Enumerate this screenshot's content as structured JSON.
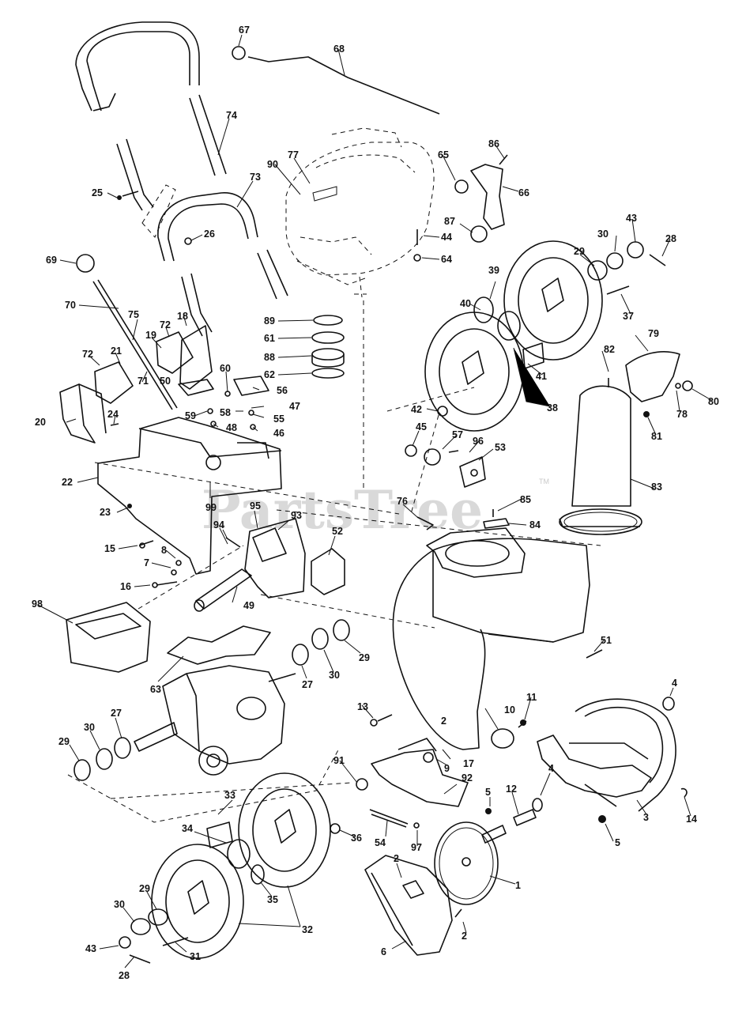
{
  "watermark": {
    "text": "PartsTree",
    "tm": "TM"
  },
  "callouts": [
    "1",
    "2",
    "2",
    "2",
    "3",
    "4",
    "4",
    "5",
    "5",
    "6",
    "7",
    "8",
    "9",
    "10",
    "11",
    "12",
    "13",
    "14",
    "15",
    "16",
    "17",
    "18",
    "19",
    "20",
    "21",
    "22",
    "23",
    "24",
    "25",
    "26",
    "27",
    "27",
    "28",
    "28",
    "29",
    "29",
    "29",
    "29",
    "30",
    "30",
    "30",
    "30",
    "31",
    "32",
    "33",
    "34",
    "35",
    "36",
    "37",
    "38",
    "39",
    "40",
    "41",
    "42",
    "43",
    "43",
    "44",
    "45",
    "46",
    "47",
    "48",
    "49",
    "50",
    "51",
    "52",
    "53",
    "54",
    "55",
    "56",
    "57",
    "58",
    "59",
    "60",
    "61",
    "62",
    "63",
    "64",
    "65",
    "66",
    "67",
    "68",
    "69",
    "70",
    "71",
    "72",
    "72",
    "73",
    "74",
    "75",
    "76",
    "77",
    "78",
    "79",
    "80",
    "81",
    "82",
    "83",
    "84",
    "85",
    "86",
    "87",
    "88",
    "89",
    "90",
    "91",
    "92",
    "93",
    "94",
    "95",
    "96",
    "97",
    "98",
    "99"
  ]
}
